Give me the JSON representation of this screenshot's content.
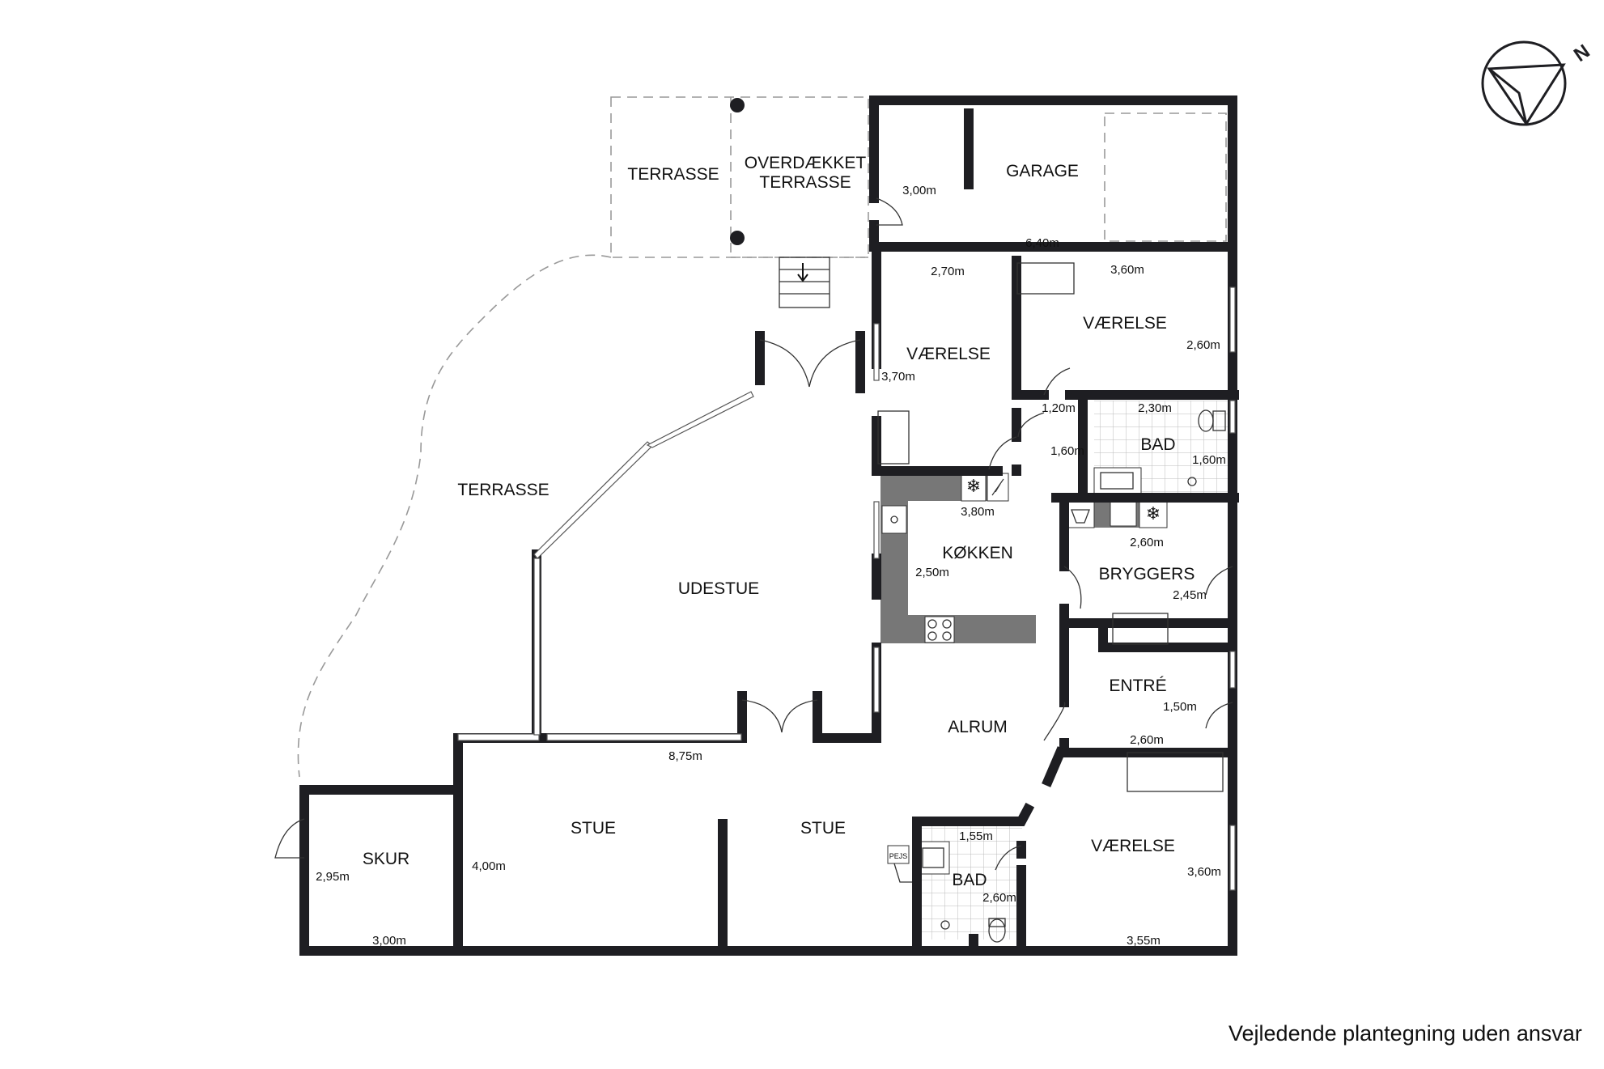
{
  "compass": {
    "label": "N",
    "icon": "north-arrow-icon"
  },
  "rooms": {
    "terrasse_top": "TERRASSE",
    "overdaekket_1": "OVERDÆKKET",
    "overdaekket_2": "TERRASSE",
    "garage": "GARAGE",
    "vaerelse_1": "VÆRELSE",
    "vaerelse_2": "VÆRELSE",
    "bad_1": "BAD",
    "terrasse_left": "TERRASSE",
    "udestue": "UDESTUE",
    "koekken": "KØKKEN",
    "bryggers": "BRYGGERS",
    "entre": "ENTRÉ",
    "alrum": "ALRUM",
    "stue_1": "STUE",
    "stue_2": "STUE",
    "skur": "SKUR",
    "bad_2": "BAD",
    "vaerelse_3": "VÆRELSE"
  },
  "dimensions": {
    "d_300_garage": "3,00m",
    "d_640": "6,40m",
    "d_270": "2,70m",
    "d_360_top": "3,60m",
    "d_260_v2": "2,60m",
    "d_370": "3,70m",
    "d_120": "1,20m",
    "d_230": "2,30m",
    "d_160_a": "1,60m",
    "d_160_b": "1,60m",
    "d_380": "3,80m",
    "d_260_bryg": "2,60m",
    "d_250": "2,50m",
    "d_245": "2,45m",
    "d_150": "1,50m",
    "d_260_entre": "2,60m",
    "d_875": "8,75m",
    "d_155": "1,55m",
    "d_260_bad": "2,60m",
    "d_360_v3": "3,60m",
    "d_295": "2,95m",
    "d_400": "4,00m",
    "d_300_skur": "3,00m",
    "d_355": "3,55m"
  },
  "fireplace_label": "PEJS",
  "footer": "Vejledende plantegning uden ansvar",
  "colors": {
    "wall": "#1e1e22",
    "counter": "#777777",
    "dash": "#999999"
  }
}
